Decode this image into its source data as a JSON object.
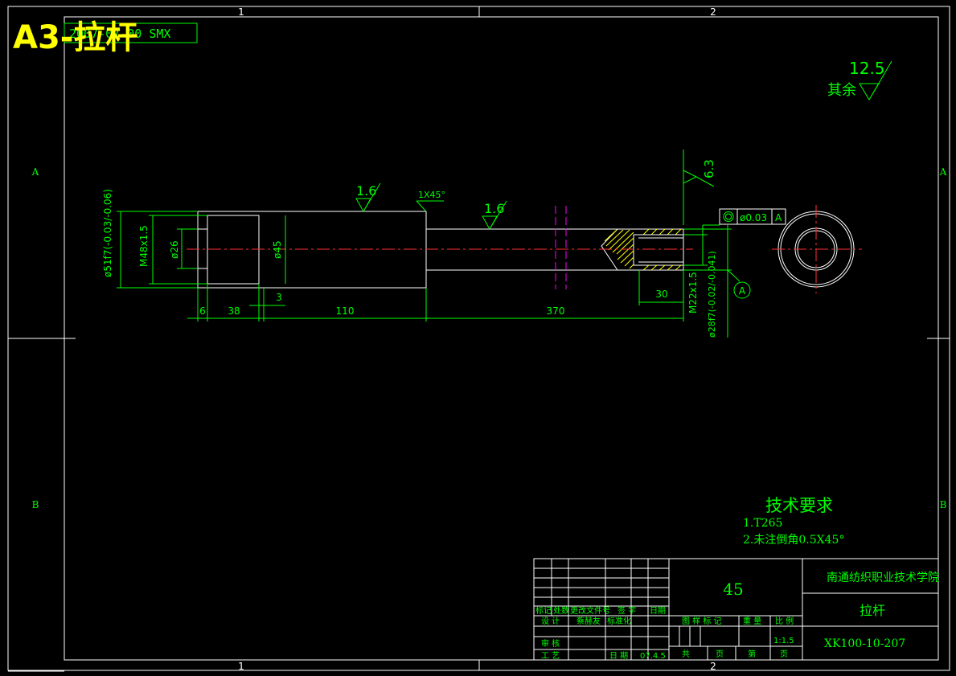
{
  "sheet": {
    "size_label": "A3-拉杆",
    "stamp": "2007-07-00 SMX",
    "zone_cols": [
      "1",
      "2"
    ],
    "zone_rows": [
      "A",
      "B"
    ]
  },
  "roughness": {
    "general_label": "其余",
    "general_value": "12.5",
    "face1": "1.6",
    "face2": "1.6",
    "end": "6.3"
  },
  "dimensions": {
    "chamfer": "1X45°",
    "dia51": "ø51f7(-0.03/-0.06)",
    "m48": "M48x1.5",
    "dia26": "ø26",
    "dia45": "ø45",
    "len6": "6",
    "len38": "38",
    "len3": "3",
    "len110": "110",
    "len370": "370",
    "len30": "30",
    "m22": "M22x1.5",
    "dia28": "ø28f7(-0.02/-0.041)",
    "concentricity": "ø0.03",
    "datum": "A"
  },
  "tech_req": {
    "title": "技术要求",
    "lines": [
      "1.T265",
      "2.未注倒角0.5X45°"
    ]
  },
  "title_block": {
    "school": "南通纺织职业技术学院",
    "material": "45",
    "part_name": "拉杆",
    "drawing_no": "XK100-10-207",
    "scale_value": "1:1.5",
    "date": "07.4.5",
    "headers": [
      "标记",
      "处数",
      "更改文件号",
      "签 字",
      "日期"
    ],
    "row_design": [
      "设 计",
      "蔡赫友",
      "标准化"
    ],
    "row_review": [
      "审 核"
    ],
    "row_process": [
      "工 艺",
      "日 期"
    ],
    "stage_headers": [
      "图 样 标 记",
      "重 量",
      "比 例"
    ],
    "sheet_labels": [
      "共",
      "页",
      "第",
      "页"
    ]
  }
}
